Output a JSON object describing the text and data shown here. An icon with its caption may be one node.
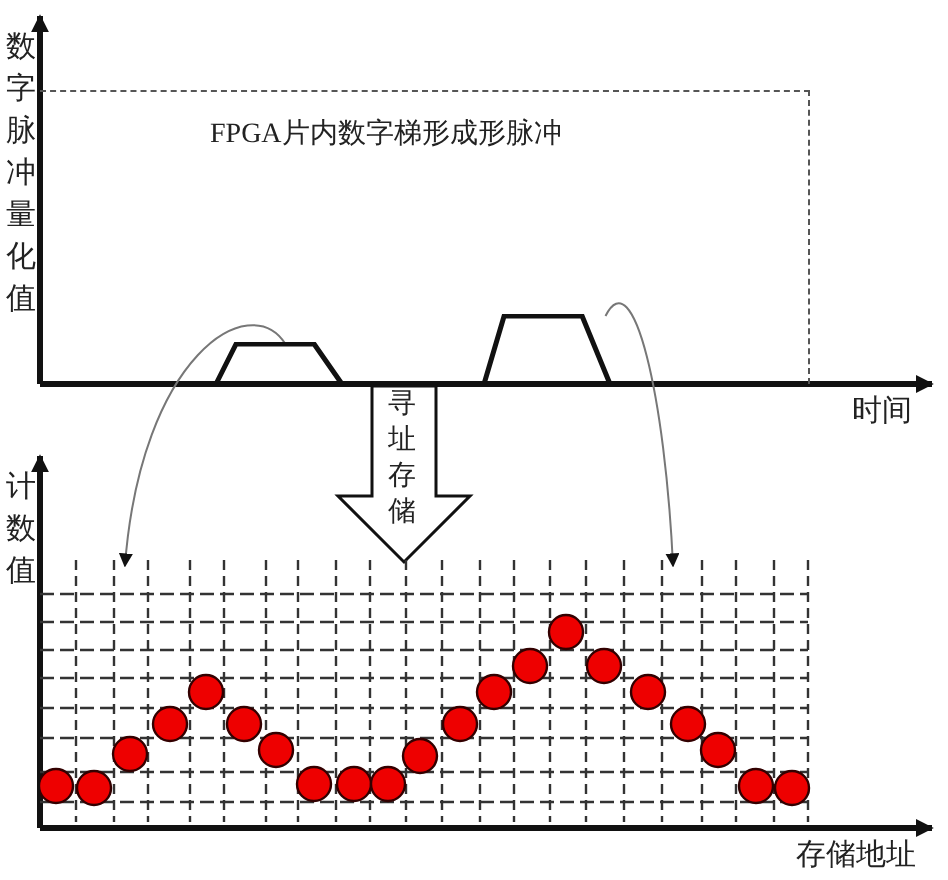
{
  "diagram": {
    "nodes": [
      {
        "text": [
          "FPGA片内数字梯形成形脉冲"
        ]
      },
      {
        "text": [],
        "shape": "trapezoid",
        "in": 0
      },
      {
        "text": [],
        "shape": "trapezoid",
        "in": 0
      },
      {
        "text": [],
        "shape": "grid"
      }
    ],
    "edges": [
      {
        "from": 1,
        "to": 3,
        "arrow": "to"
      },
      {
        "from": 2,
        "to": 3,
        "arrow": "to"
      },
      {
        "from": 0,
        "to": 3,
        "arrow": "to",
        "label": "寻址存储",
        "style": "thick"
      }
    ],
    "labels": [
      "数字脉冲量化值",
      "时间",
      "计数值",
      "存储地址"
    ]
  }
}
